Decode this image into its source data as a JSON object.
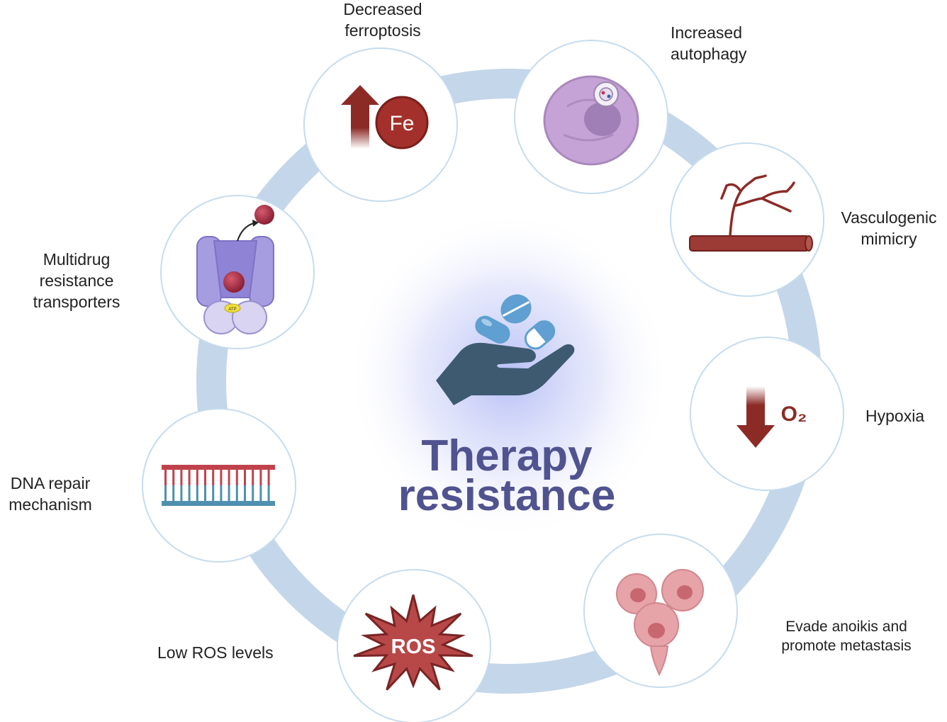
{
  "center": {
    "title": "Therapy\nresistance"
  },
  "nodes": [
    {
      "id": "ferroptosis",
      "label": "Decreased\nferroptosis",
      "icon": "fe-up-arrow-icon",
      "glyph": "Fe"
    },
    {
      "id": "autophagy",
      "label": "Increased\nautophagy",
      "icon": "autophagy-cell-icon"
    },
    {
      "id": "vasculogenic",
      "label": "Vasculogenic\nmimicry",
      "icon": "vessel-branch-icon"
    },
    {
      "id": "hypoxia",
      "label": "Hypoxia",
      "icon": "o2-down-arrow-icon",
      "glyph": "O₂"
    },
    {
      "id": "anoikis",
      "label": "Evade anoikis and\npromote metastasis",
      "icon": "cell-cluster-icon"
    },
    {
      "id": "ros",
      "label": "Low ROS levels",
      "icon": "ros-starburst-icon",
      "glyph": "ROS"
    },
    {
      "id": "dna",
      "label": "DNA repair\nmechanism",
      "icon": "dna-ladder-icon"
    },
    {
      "id": "mdr",
      "label": "Multidrug\nresistance\ntransporters",
      "icon": "transporter-icon",
      "glyph": "ATP"
    }
  ],
  "colors": {
    "ring": "#c4d6e9",
    "node_border": "#c6dcee",
    "title": "#50538f",
    "dark_red": "#8c2b26",
    "hand": "#3d5a70",
    "pill_blue": "#5f9fd1",
    "glow": "#a9b3f4",
    "cell_purple": "#c5a3d6",
    "transporter": "#a69ce0",
    "ros_red": "#b84848",
    "dna_red": "#c0424c",
    "dna_teal": "#4f8fb0",
    "metastasis_pink": "#e6a3a8"
  }
}
